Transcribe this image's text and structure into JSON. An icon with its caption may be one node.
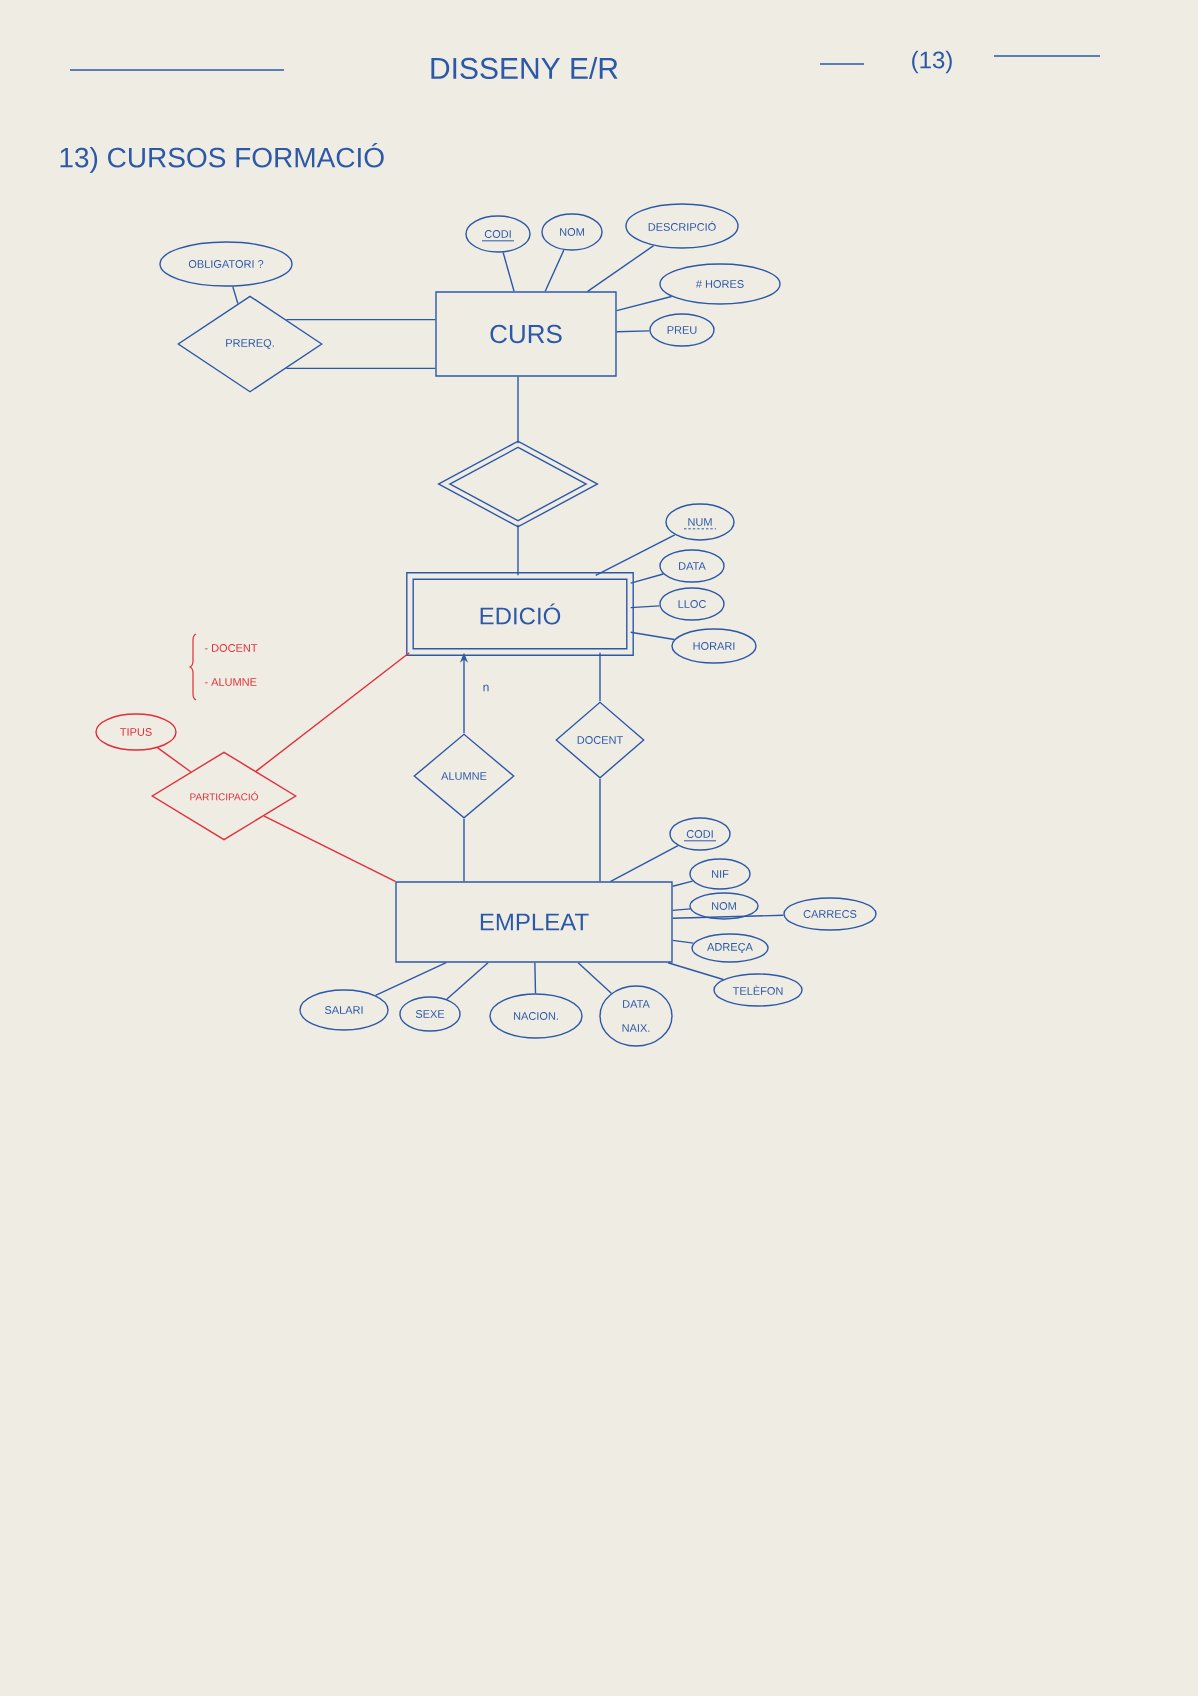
{
  "diagram": {
    "title": "DISSENY E/R",
    "nodes": [
      {
        "text": [
          "CURS"
        ]
      },
      {
        "text": [
          "CODI"
        ]
      },
      {
        "text": [
          "NOM"
        ]
      },
      {
        "text": [
          "DESCRIPCIÓ"
        ]
      },
      {
        "text": [
          "# HORES"
        ]
      },
      {
        "text": [
          "PREU"
        ]
      },
      {
        "text": [
          "OBLIGATORI ?"
        ]
      },
      {
        "text": [
          "PREREQ."
        ]
      },
      {
        "text": [],
        "shape": "diamond"
      },
      {
        "text": [
          "EDICIÓ"
        ]
      },
      {
        "text": [
          "NUM"
        ]
      },
      {
        "text": [
          "DATA"
        ]
      },
      {
        "text": [
          "LLOC"
        ]
      },
      {
        "text": [
          "HORARI"
        ]
      },
      {
        "text": [
          "TIPUS"
        ]
      },
      {
        "text": [
          "PARTICIPACIÓ"
        ]
      },
      {
        "text": [
          "ALUMNE"
        ]
      },
      {
        "text": [
          "DOCENT"
        ]
      },
      {
        "text": [
          "EMPLEAT"
        ]
      },
      {
        "text": [
          "CODI"
        ]
      },
      {
        "text": [
          "NIF"
        ]
      },
      {
        "text": [
          "NOM"
        ]
      },
      {
        "text": [
          "CARRECS"
        ]
      },
      {
        "text": [
          "ADREÇA"
        ]
      },
      {
        "text": [
          "TELÈFON"
        ]
      },
      {
        "text": [
          "SALARI"
        ]
      },
      {
        "text": [
          "SEXE"
        ]
      },
      {
        "text": [
          "NACION."
        ]
      },
      {
        "text": [
          "DATA NAIX."
        ]
      }
    ],
    "edges": [
      {
        "from": 0,
        "to": 1,
        "arrow": "none"
      },
      {
        "from": 0,
        "to": 2,
        "arrow": "none"
      },
      {
        "from": 0,
        "to": 3,
        "arrow": "none"
      },
      {
        "from": 0,
        "to": 4,
        "arrow": "none"
      },
      {
        "from": 0,
        "to": 5,
        "arrow": "none"
      },
      {
        "from": 6,
        "to": 7,
        "arrow": "none"
      },
      {
        "from": 7,
        "to": 0,
        "arrow": "none"
      },
      {
        "from": 7,
        "to": 0,
        "arrow": "none"
      },
      {
        "from": 0,
        "to": 8,
        "arrow": "none"
      },
      {
        "from": 8,
        "to": 9,
        "arrow": "none"
      },
      {
        "from": 9,
        "to": 10,
        "arrow": "none"
      },
      {
        "from": 9,
        "to": 11,
        "arrow": "none"
      },
      {
        "from": 9,
        "to": 12,
        "arrow": "none"
      },
      {
        "from": 9,
        "to": 13,
        "arrow": "none"
      },
      {
        "from": 14,
        "to": 15,
        "arrow": "none",
        "color": "#e22e38"
      },
      {
        "from": 15,
        "to": 9,
        "arrow": "none",
        "color": "#e22e38"
      },
      {
        "from": 15,
        "to": 18,
        "arrow": "none",
        "color": "#e22e38"
      },
      {
        "from": 16,
        "to": 9,
        "arrow": "to",
        "label": "n"
      },
      {
        "from": 16,
        "to": 18,
        "arrow": "none"
      },
      {
        "from": 17,
        "to": 9,
        "arrow": "none"
      },
      {
        "from": 17,
        "to": 18,
        "arrow": "none"
      },
      {
        "from": 18,
        "to": 19,
        "arrow": "none"
      },
      {
        "from": 18,
        "to": 20,
        "arrow": "none"
      },
      {
        "from": 18,
        "to": 21,
        "arrow": "none"
      },
      {
        "from": 18,
        "to": 22,
        "arrow": "none"
      },
      {
        "from": 18,
        "to": 23,
        "arrow": "none"
      },
      {
        "from": 18,
        "to": 24,
        "arrow": "none"
      },
      {
        "from": 18,
        "to": 25,
        "arrow": "none"
      },
      {
        "from": 18,
        "to": 26,
        "arrow": "none"
      },
      {
        "from": 18,
        "to": 27,
        "arrow": "none"
      },
      {
        "from": 18,
        "to": 28,
        "arrow": "none"
      }
    ],
    "labels": [
      "(13)",
      "13) CURSOS FORMACIÓ",
      "- DOCENT",
      "- ALUMNE"
    ]
  }
}
